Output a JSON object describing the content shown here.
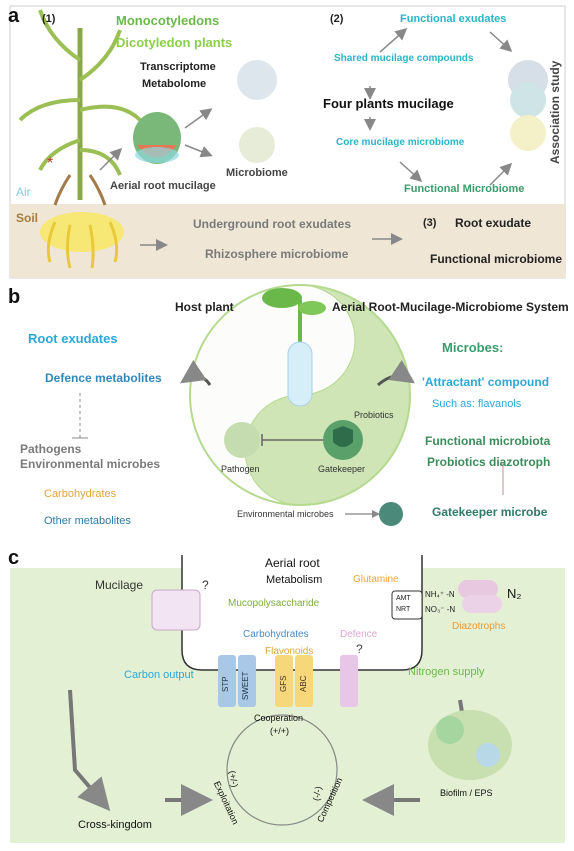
{
  "panel_a": {
    "letter": "a",
    "num1": "(1)",
    "num2": "(2)",
    "num3": "(3)",
    "monocot": "Monocotyledons",
    "dicot": "Dicotyledon plants",
    "transcriptome": "Transcriptome",
    "metabolome": "Metabolome",
    "aerial_root_mucilage": "Aerial root mucilage",
    "microbiome": "Microbiome",
    "air": "Air",
    "soil": "Soil",
    "underground_root_exudates": "Underground root exudates",
    "rhizosphere_microbiome": "Rhizosphere microbiome",
    "functional_exudates": "Functional exudates",
    "shared_mucilage_compounds": "Shared mucilage compounds",
    "four_plants_mucilage": "Four plants mucilage",
    "core_mucilage_microbiome": "Core mucilage microbiome",
    "functional_microbiome": "Functional Microbiome",
    "association_study": "Association study",
    "root_exudate": "Root exudate",
    "functional_microbiome_3": "Functional microbiome"
  },
  "panel_b": {
    "letter": "b",
    "host_plant": "Host plant",
    "system_title": "Aerial Root-Mucilage-Microbiome System",
    "root_exudates": "Root exudates",
    "microbes": "Microbes:",
    "defence_metabolites": "Defence metabolites",
    "attractant_compound": "'Attractant' compound",
    "such_as": "Such as: flavanols",
    "pathogens": "Pathogens",
    "environmental_microbes": "Environmental microbes",
    "functional_microbiota": "Functional microbiota",
    "probiotics_diazotroph": "Probiotics diazotroph",
    "carbohydrates": "Carbohydrates",
    "other_metabolites": "Other metabolites",
    "probiotics": "Probiotics",
    "pathogen": "Pathogen",
    "gatekeeper": "Gatekeeper",
    "environmental_microbes_small": "Environmental microbes",
    "gatekeeper_microbe": "Gatekeeper microbe",
    "colon": ":"
  },
  "panel_c": {
    "letter": "c",
    "aerial_root": "Aerial root",
    "metabolism": "Metabolism",
    "mucilage": "Mucilage",
    "mucopolysaccharide": "Mucopolysaccharide",
    "glutamine": "Glutamine",
    "nh4": "NH₄⁺ -N",
    "no3": "NO₃⁻ -N",
    "amt": "AMT",
    "nrt": "NRT",
    "n2": "N₂",
    "diazotrophs": "Diazotrophs",
    "carbohydrates": "Carbohydrates",
    "defence": "Defence",
    "flavonoids": "Flavonoids",
    "carbon_output": "Carbon output",
    "nitrogen_supply": "Nitrogen supply",
    "stp": "STP",
    "sweet": "SWEET",
    "gfs": "GFS",
    "abc": "ABC",
    "cooperation": "Cooperation",
    "coop_sign": "(+/+)",
    "exploitation": "Exploitation",
    "exploit_sign": "(+/-)",
    "competition": "Competition",
    "comp_sign": "(-/-)",
    "biofilm": "Biofilm / EPS",
    "cross_kingdom": "Cross-kingdom",
    "question": "?"
  },
  "colors": {
    "green": "#6bb84a",
    "teal": "#2bb5c8",
    "soil": "#efe6d6",
    "panel_c_bg": "#e4f0d3",
    "blue_text": "#2ba8d8"
  }
}
